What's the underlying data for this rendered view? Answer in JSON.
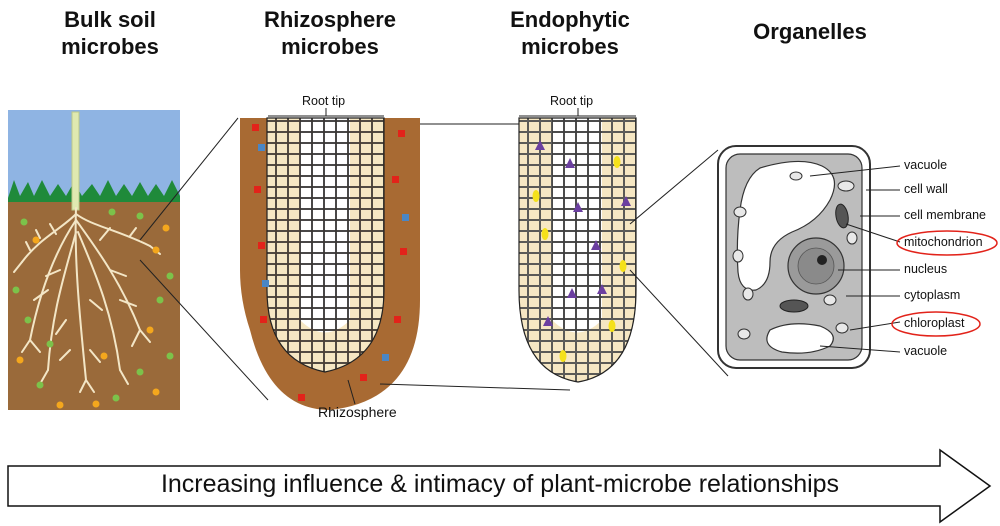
{
  "headings": {
    "bulk_soil": "Bulk soil\nmicrobes",
    "rhizosphere": "Rhizosphere\nmicrobes",
    "endophytic": "Endophytic\nmicrobes",
    "organelles": "Organelles"
  },
  "root_tip_label_1": "Root tip",
  "root_tip_label_2": "Root tip",
  "rhizosphere_label": "Rhizosphere",
  "cell_labels": {
    "vacuole_top": "vacuole",
    "cell_wall": "cell wall",
    "cell_membrane": "cell membrane",
    "mitochondrion": "mitochondrion",
    "nucleus": "nucleus",
    "cytoplasm": "cytoplasm",
    "chloroplast": "chloroplast",
    "vacuole_bottom": "vacuole"
  },
  "arrow_text": "Increasing influence & intimacy of plant-microbe relationships",
  "colors": {
    "sky": "#8fb4e3",
    "grass": "#1f8a3a",
    "soil": "#9a6a3a",
    "rhizo_soil": "#a86a33",
    "cell_fill": "#f6e7c3",
    "microbe_green": "#7cc24a",
    "microbe_orange": "#f4a71d",
    "microbe_red": "#e2231a",
    "microbe_blue": "#4a86c5",
    "microbe_yellow": "#f5e11a",
    "microbe_purple": "#6b3fa0",
    "highlight_red": "#e2231a"
  }
}
